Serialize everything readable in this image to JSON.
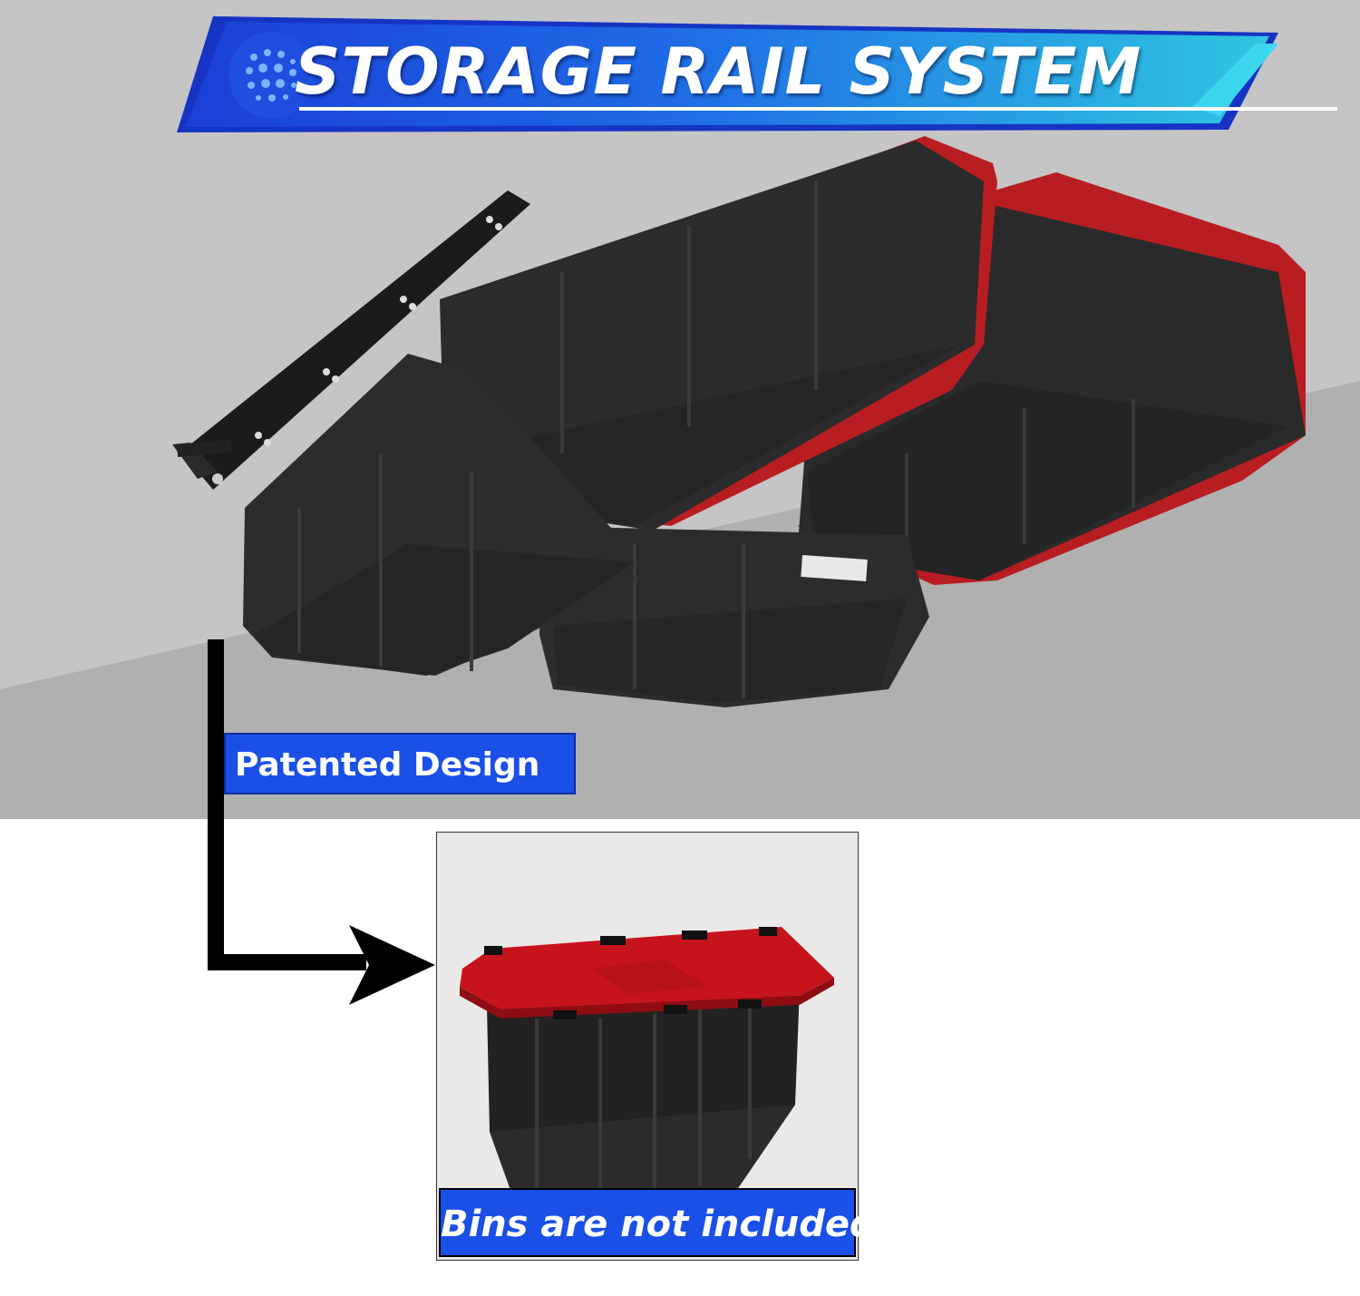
{
  "banner": {
    "title": "STORAGE RAIL SYSTEM"
  },
  "callout": {
    "label": "Patented Design"
  },
  "product_card": {
    "disclaimer": "Bins are not included"
  },
  "colors": {
    "banner_blue": "#1f5be6",
    "banner_cyan": "#2ec7e0",
    "label_blue": "#1a4fe8",
    "lid_red": "#c7141c",
    "bin_black": "#232323",
    "ceiling_gray": "#b9b9bb"
  },
  "icons": [
    "globe-dots-icon",
    "arrow-right-icon"
  ]
}
